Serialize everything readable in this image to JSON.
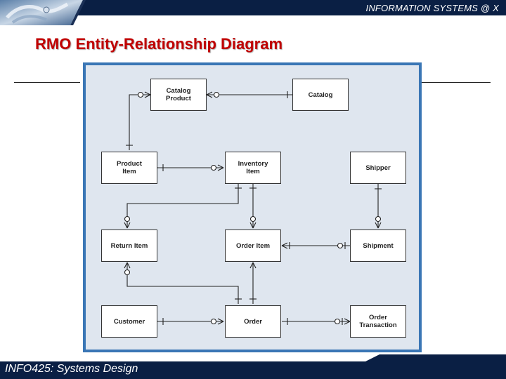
{
  "header": {
    "text": "INFORMATION SYSTEMS @ X"
  },
  "slide": {
    "title": "RMO Entity-Relationship Diagram"
  },
  "footer": {
    "text": "INFO425: Systems Design"
  },
  "diagram": {
    "entities": [
      {
        "id": "catalog-product",
        "label": "Catalog\nProduct"
      },
      {
        "id": "catalog",
        "label": "Catalog"
      },
      {
        "id": "product-item",
        "label": "Product\nItem"
      },
      {
        "id": "inventory-item",
        "label": "Inventory\nItem"
      },
      {
        "id": "shipper",
        "label": "Shipper"
      },
      {
        "id": "return-item",
        "label": "Return Item"
      },
      {
        "id": "order-item",
        "label": "Order Item"
      },
      {
        "id": "shipment",
        "label": "Shipment"
      },
      {
        "id": "customer",
        "label": "Customer"
      },
      {
        "id": "order",
        "label": "Order"
      },
      {
        "id": "order-transaction",
        "label": "Order\nTransaction"
      }
    ]
  },
  "colors": {
    "title": "#c00000",
    "topbar": "#0a1f44",
    "diagram_border": "#3a76b5",
    "diagram_bg": "#dfe6ef"
  }
}
